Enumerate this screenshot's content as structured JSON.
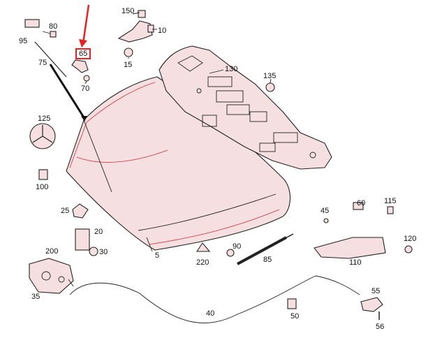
{
  "diagram": {
    "highlighted_part": "65",
    "accent_color": "#e8201f",
    "part_fill_color": "#f6dfe0",
    "part_numbers": {
      "p5": "5",
      "p10": "10",
      "p15": "15",
      "p20": "20",
      "p25": "25",
      "p30": "30",
      "p35": "35",
      "p40": "40",
      "p45": "45",
      "p50": "50",
      "p55": "55",
      "p56": "56",
      "p60": "60",
      "p65": "65",
      "p70": "70",
      "p75": "75",
      "p80": "80",
      "p85": "85",
      "p90": "90",
      "p95": "95",
      "p100": "100",
      "p110": "110",
      "p115": "115",
      "p120": "120",
      "p125": "125",
      "p130": "130",
      "p135": "135",
      "p150": "150",
      "p200": "200",
      "p220": "220"
    }
  }
}
